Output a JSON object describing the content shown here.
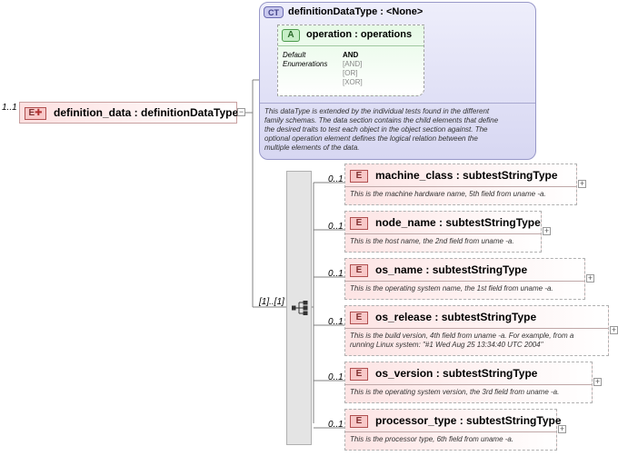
{
  "root": {
    "occurrence": "1..1",
    "badge": "E",
    "label": "definition_data : definitionDataType",
    "expand_symbol": "−"
  },
  "complex_type": {
    "badge": "CT",
    "label": "definitionDataType : <None>",
    "attribute": {
      "badge": "A",
      "label": "operation : operations",
      "default_label": "Default",
      "enumerations_label": "Enumerations",
      "default_value": "AND",
      "enumerations": [
        "[AND]",
        "[OR]",
        "[XOR]"
      ]
    },
    "description": [
      "This dataType is extended by the individual tests found in the different",
      "family schemas.  The data section contains the child elements that define",
      "the desired traits to test each object in the object section against.  The",
      "optional operation element defines the logical relation between the",
      "multiple elements of the data."
    ]
  },
  "sequence": {
    "occurrence": "[1]..[1]"
  },
  "children": [
    {
      "occurrence": "0..1",
      "badge": "E",
      "label": "machine_class : subtestStringType",
      "description": [
        "This is the machine hardware name, 5th field from uname -a."
      ],
      "expand_symbol": "+"
    },
    {
      "occurrence": "0..1",
      "badge": "E",
      "label": "node_name : subtestStringType",
      "description": [
        "This is the host name, the 2nd field from uname -a."
      ],
      "expand_symbol": "+"
    },
    {
      "occurrence": "0..1",
      "badge": "E",
      "label": "os_name : subtestStringType",
      "description": [
        "This is the operating system name, the 1st field from uname -a."
      ],
      "expand_symbol": "+"
    },
    {
      "occurrence": "0..1",
      "badge": "E",
      "label": "os_release : subtestStringType",
      "description": [
        "This is the build version, 4th field from uname -a. For example, from a",
        "running Linux system: \"#1 Wed Aug 25 13:34:40 UTC 2004\""
      ],
      "expand_symbol": "+"
    },
    {
      "occurrence": "0..1",
      "badge": "E",
      "label": "os_version : subtestStringType",
      "description": [
        "This is the operating system version, the 3rd field from uname -a."
      ],
      "expand_symbol": "+"
    },
    {
      "occurrence": "0..1",
      "badge": "E",
      "label": "processor_type : subtestStringType",
      "description": [
        "This is the processor type, 6th field from uname -a."
      ],
      "expand_symbol": "+"
    }
  ]
}
